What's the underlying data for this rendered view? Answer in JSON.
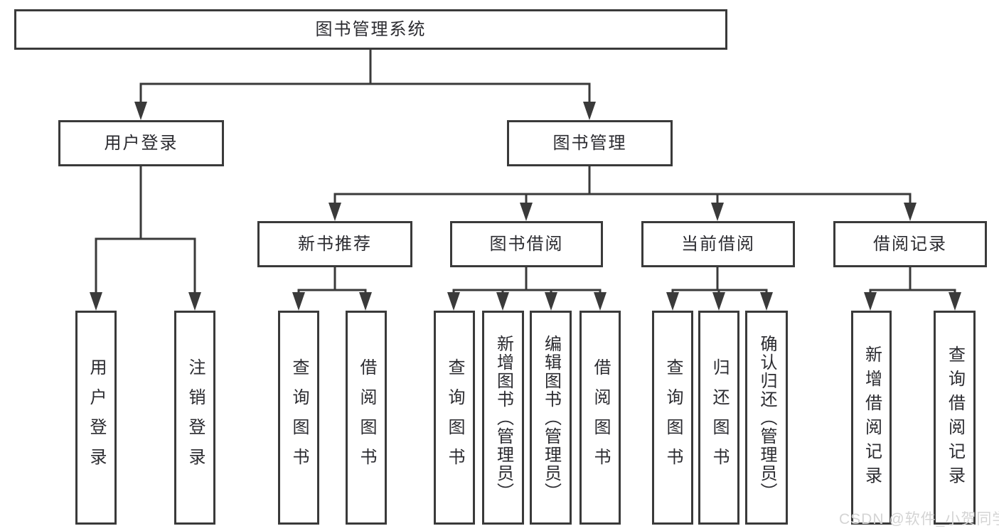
{
  "diagram": {
    "root": {
      "label": "图书管理系统"
    },
    "level2": [
      {
        "label": "用户登录",
        "children": [
          {
            "label": "用户登录"
          },
          {
            "label": "注销登录"
          }
        ]
      },
      {
        "label": "图书管理",
        "children": [
          {
            "label": "新书推荐",
            "children": [
              {
                "label": "查询图书"
              },
              {
                "label": "借阅图书"
              }
            ]
          },
          {
            "label": "图书借阅",
            "children": [
              {
                "label": "查询图书"
              },
              {
                "label": "新增图书（管理员）"
              },
              {
                "label": "编辑图书（管理员）"
              },
              {
                "label": "借阅图书"
              }
            ]
          },
          {
            "label": "当前借阅",
            "children": [
              {
                "label": "查询图书"
              },
              {
                "label": "归还图书"
              },
              {
                "label": "确认归还（管理员）"
              }
            ]
          },
          {
            "label": "借阅记录",
            "children": [
              {
                "label": "新增借阅记录"
              },
              {
                "label": "查询借阅记录"
              }
            ]
          }
        ]
      }
    ]
  },
  "watermark": {
    "text": "CSDN @软件_小贺同学"
  },
  "colors": {
    "line": "#3a3a3a",
    "text": "#2b2b30",
    "background": "#ffffff",
    "watermark": "#d4d4d4"
  }
}
